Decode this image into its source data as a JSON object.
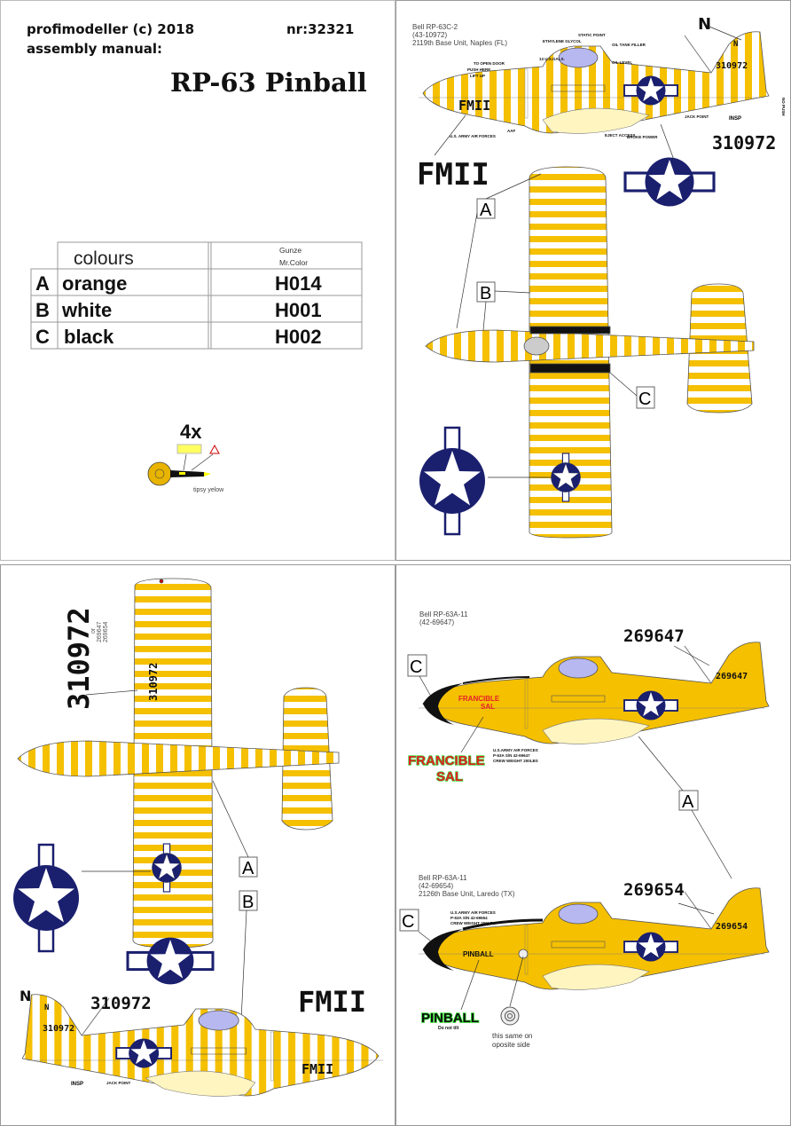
{
  "header": {
    "publisher": "profimodeller (c) 2018",
    "catalog_number": "nr:32321",
    "subtitle": "assembly manual:",
    "title": "RP-63 Pinball"
  },
  "colour_table": {
    "col_colours": "colours",
    "col_brand_line1": "Gunze",
    "col_brand_line2": "Mr.Color",
    "rows": [
      {
        "letter": "A",
        "name": "orange",
        "code": "H014"
      },
      {
        "letter": "B",
        "name": "white",
        "code": "H001"
      },
      {
        "letter": "C",
        "name": "black",
        "code": "H002"
      }
    ]
  },
  "propeller": {
    "quantity": "4x",
    "caption": "tipsy yelow"
  },
  "colors": {
    "yellow": "#f5c000",
    "white": "#ffffff",
    "navy": "#1a1f6e",
    "black": "#111111",
    "red": "#e4202a",
    "green": "#22dd22",
    "canopy": "#b8b8f0"
  },
  "variant_1": {
    "name": "Bell RP-63C-2",
    "serial": "(43-10972)",
    "unit": "2119th Base Unit, Naples (FL)",
    "code": "FMII",
    "tail_number": "310972",
    "tail_letter": "N",
    "stencils": [
      "TO OPEN DOOR",
      "PUSH HERE",
      "LIFT UP",
      "ETHYLENE GLYCOL",
      "13 U.S.GALS.",
      "STATIC POINT",
      "OIL TANK FILLER",
      "OIL LEVEL",
      "JACK POINT",
      "INSP",
      "EJECT ACCESS",
      "BROKE POWER",
      "U.S. ARMY AIR FORCES",
      "AAF",
      "NO PUSH"
    ],
    "alt_numbers_or": "or",
    "alt_numbers": [
      "269647",
      "269654"
    ]
  },
  "variant_2": {
    "name": "Bell RP-63A-11",
    "serial": "(42-69647)",
    "tail_number": "269647",
    "nose_art_line1": "FRANCIBLE",
    "nose_art_line2": "SAL",
    "stencil_lines": [
      "U.S.ARMY AIR FORCES",
      "P-63A S/N 42-69647",
      "CREW WEIGHT 200LBS"
    ]
  },
  "variant_3": {
    "name": "Bell RP-63A-11",
    "serial": "(42-69654)",
    "unit": "2126th Base Unit, Laredo (TX)",
    "tail_number": "269654",
    "nose_art": "PINBALL",
    "nose_art_sub": "Do not tilt",
    "stencil_lines": [
      "U.S.ARMY AIR FORCES",
      "P-63A S/N 42-69654",
      "CREW WEIGHT 200LBS"
    ],
    "wheel_note_line1": "this same on",
    "wheel_note_line2": "oposite side"
  },
  "callouts": {
    "a": "A",
    "b": "B",
    "c": "C"
  }
}
